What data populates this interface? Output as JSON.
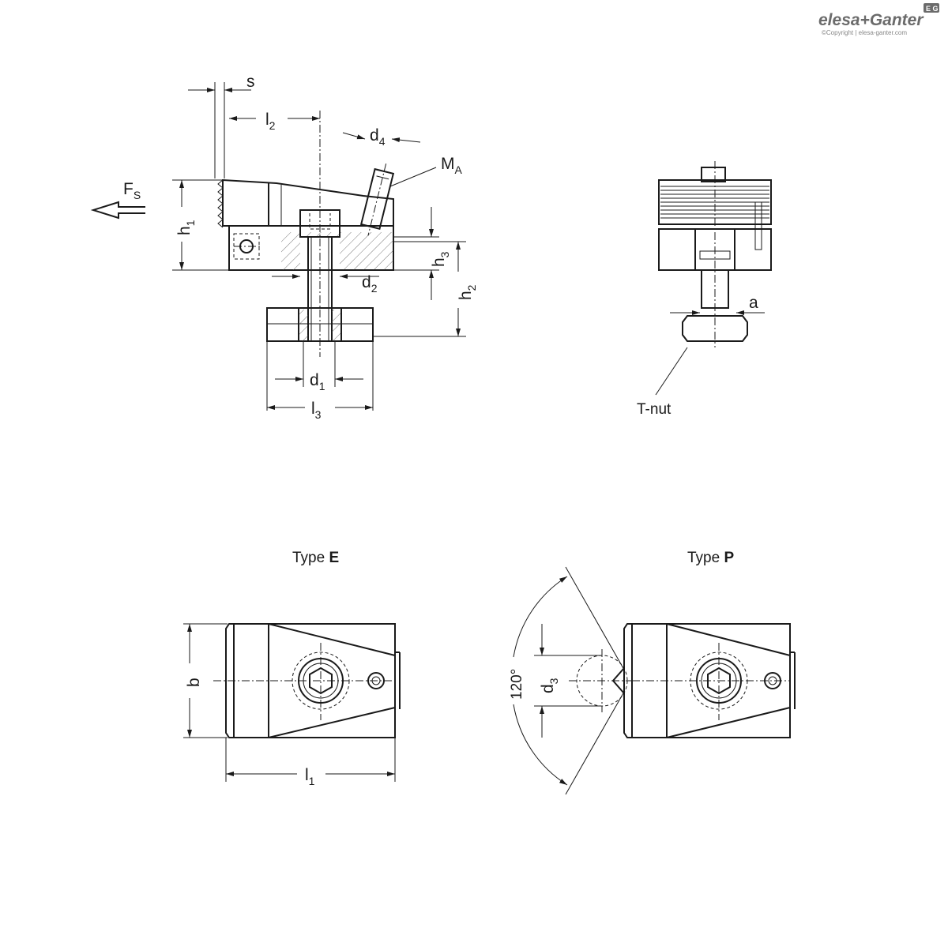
{
  "brand": {
    "name": "elesa+Ganter",
    "badge": "E G",
    "copyright": "©Copyright | elesa-ganter.com",
    "accent_color": "#c8102e",
    "text_color": "#6b6b6b"
  },
  "side_view_labels": {
    "s": "s",
    "l2": "l",
    "l2_sub": "2",
    "d4": "d",
    "d4_sub": "4",
    "MA": "M",
    "MA_sub": "A",
    "Fs": "F",
    "Fs_sub": "S",
    "h1": "h",
    "h1_sub": "1",
    "h3": "h",
    "h3_sub": "3",
    "h2": "h",
    "h2_sub": "2",
    "d2": "d",
    "d2_sub": "2",
    "d1": "d",
    "d1_sub": "1",
    "l3": "l",
    "l3_sub": "3"
  },
  "end_view_labels": {
    "a": "a",
    "tnut": "T-nut"
  },
  "type_e": {
    "caption_prefix": "Type ",
    "caption_bold": "E",
    "b": "b",
    "l1": "l",
    "l1_sub": "1"
  },
  "type_p": {
    "caption_prefix": "Type ",
    "caption_bold": "P",
    "angle": "120°",
    "d3": "d",
    "d3_sub": "3"
  }
}
